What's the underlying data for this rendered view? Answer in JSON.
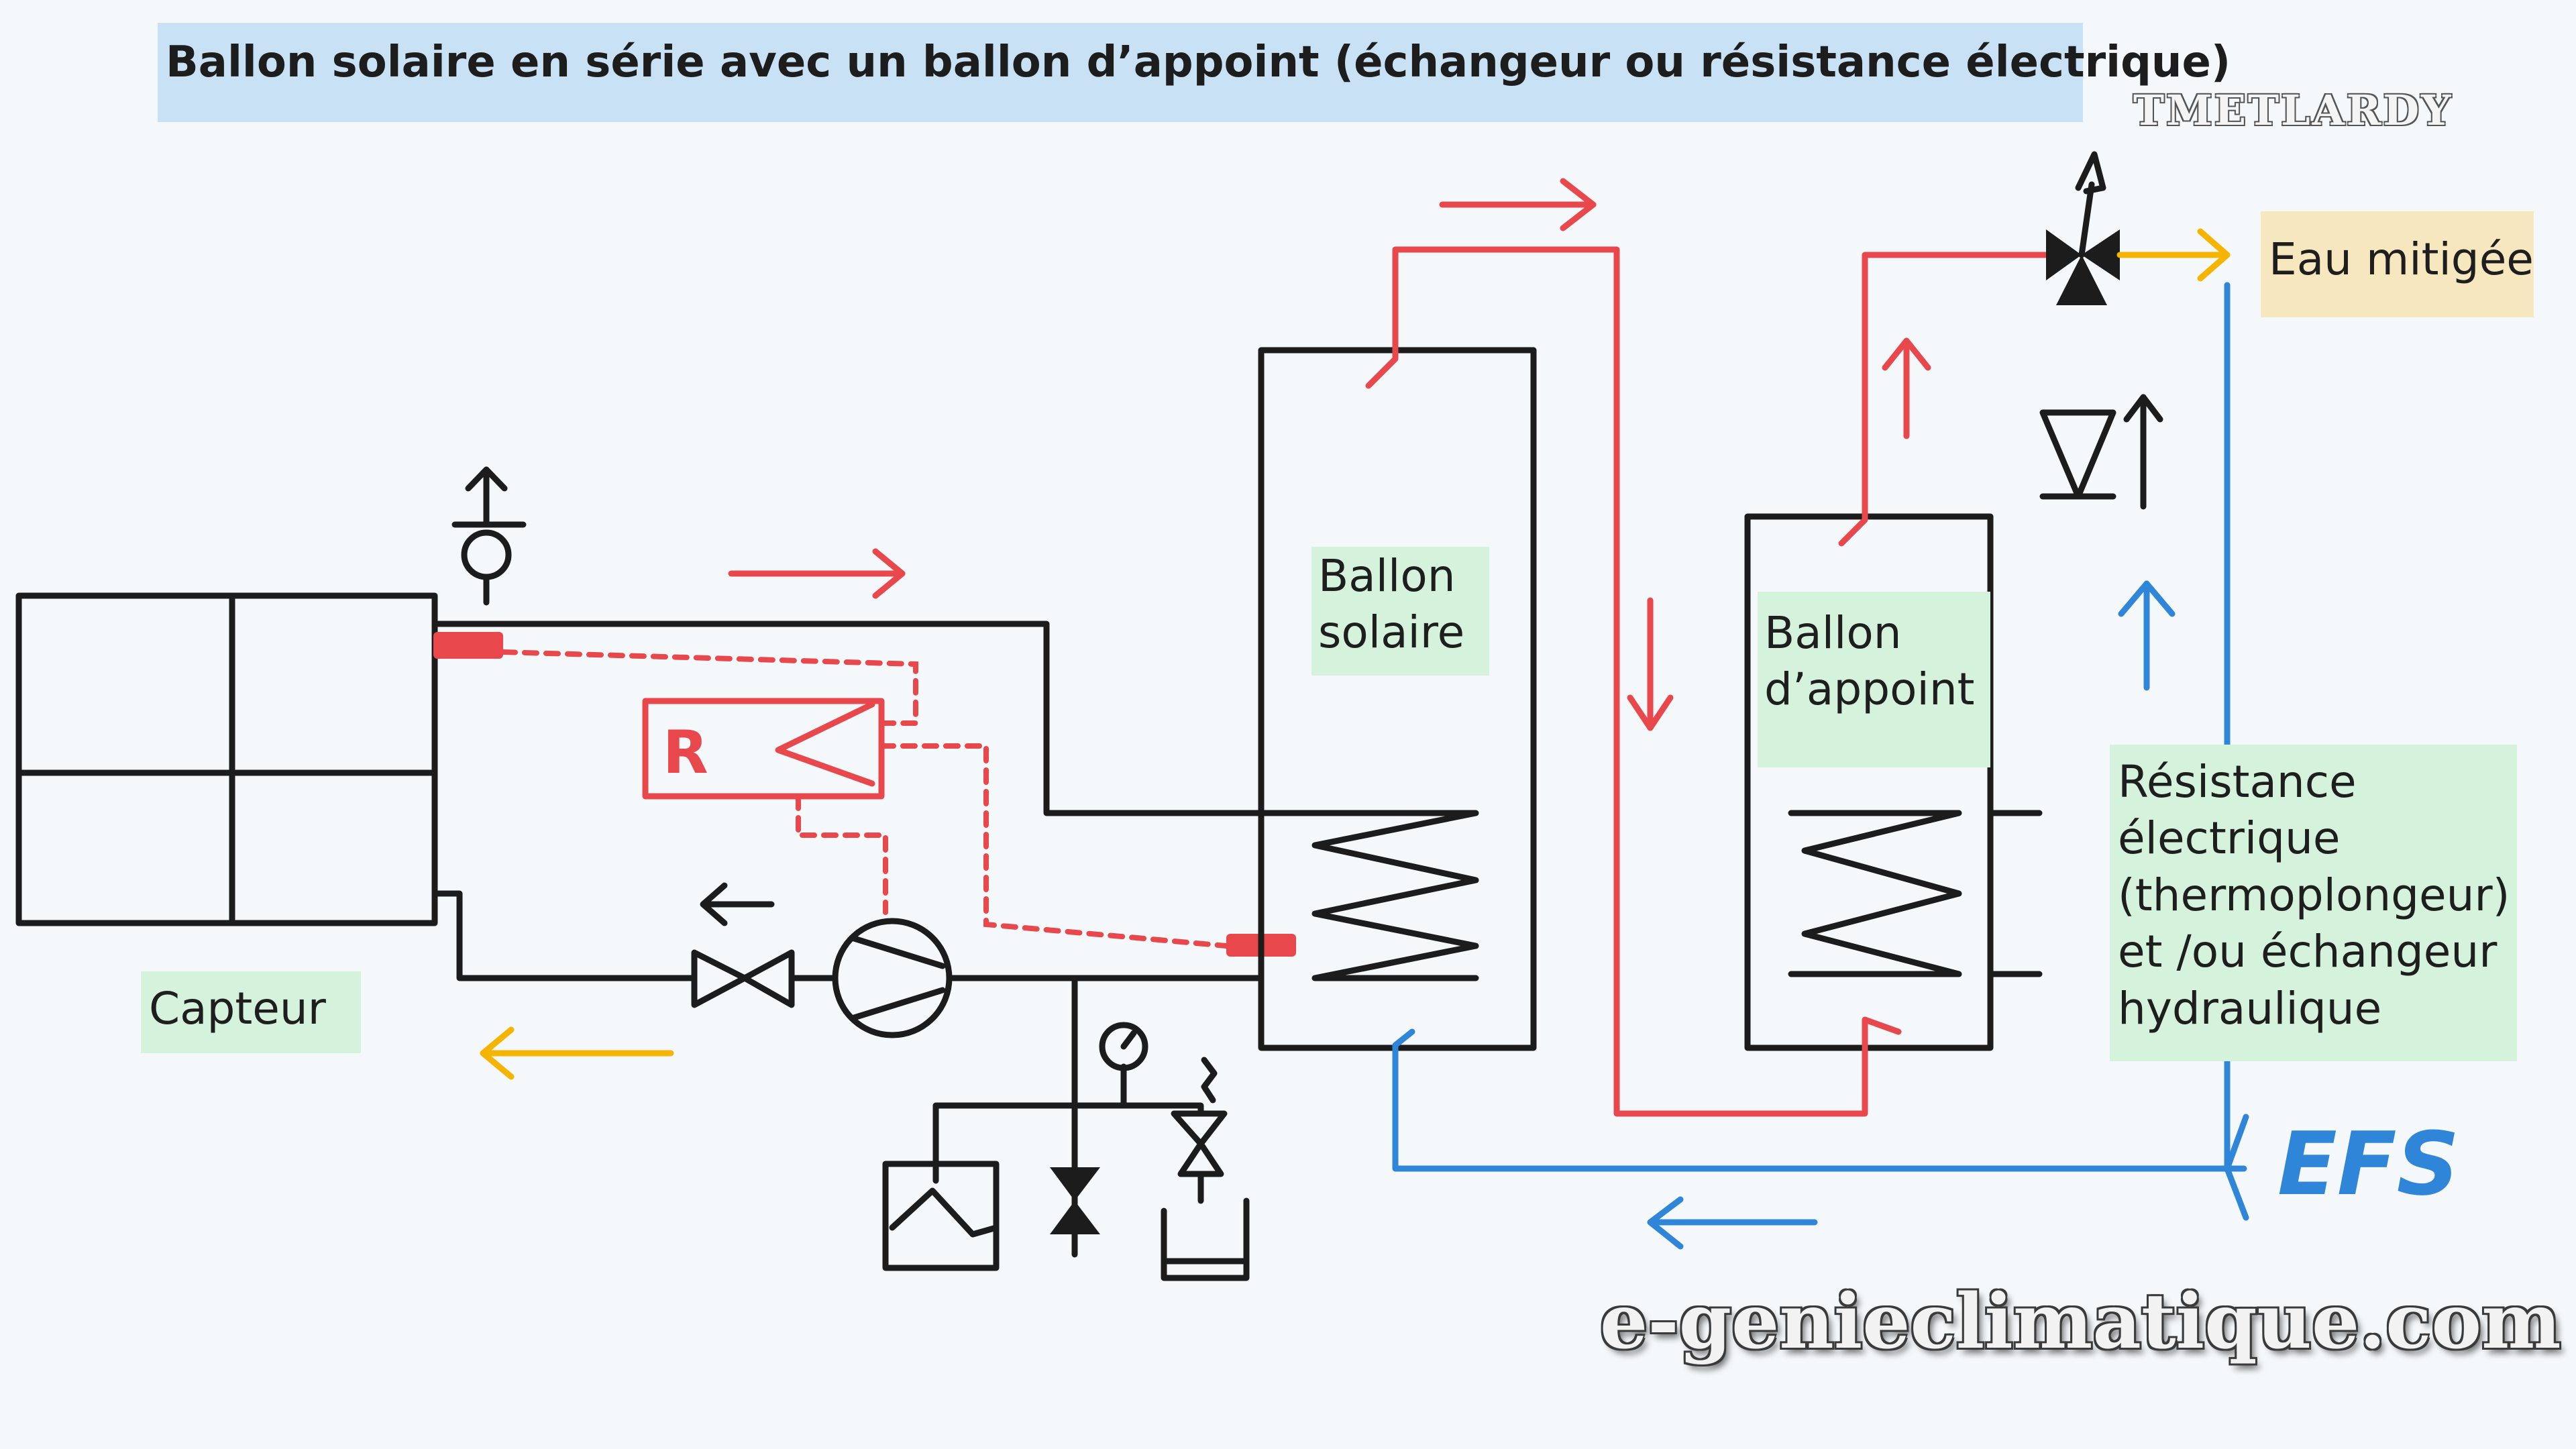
{
  "title": "Ballon solaire en série avec un ballon d’appoint (échangeur ou résistance électrique)",
  "author": "TMETLARDY",
  "website": "e-genieclimatique.com",
  "labels": {
    "capteur": "Capteur",
    "ballon_solaire_1": "Ballon",
    "ballon_solaire_2": "solaire",
    "ballon_appoint_1": "Ballon",
    "ballon_appoint_2": "d’appoint",
    "resistance_1": "Résistance",
    "resistance_2": "électrique",
    "resistance_3": "(thermoplongeur)",
    "resistance_4": "et /ou échangeur",
    "resistance_5": "hydraulique",
    "eau_mitigee": "Eau mitigée",
    "efs": "EFS",
    "regulator": "R"
  },
  "colors": {
    "hot": "#e8474c",
    "cold": "#2f86d8",
    "mixed": "#f4b400",
    "line": "#1c1c1c",
    "sensor": "#e8474c",
    "title_bg": "#c9e1f5",
    "label_bg": "#d5f3dc",
    "mixed_label_bg": "#f7e7bf"
  },
  "icons": [
    "solar-collector-icon",
    "air-vent-icon",
    "regulator-icon",
    "pump-icon",
    "check-valve-icon",
    "pressure-gauge-icon",
    "expansion-vessel-icon",
    "drain-valve-icon",
    "safety-valve-icon",
    "thermostatic-mixing-valve-icon",
    "coil-exchanger-icon",
    "flow-arrow-icon"
  ]
}
